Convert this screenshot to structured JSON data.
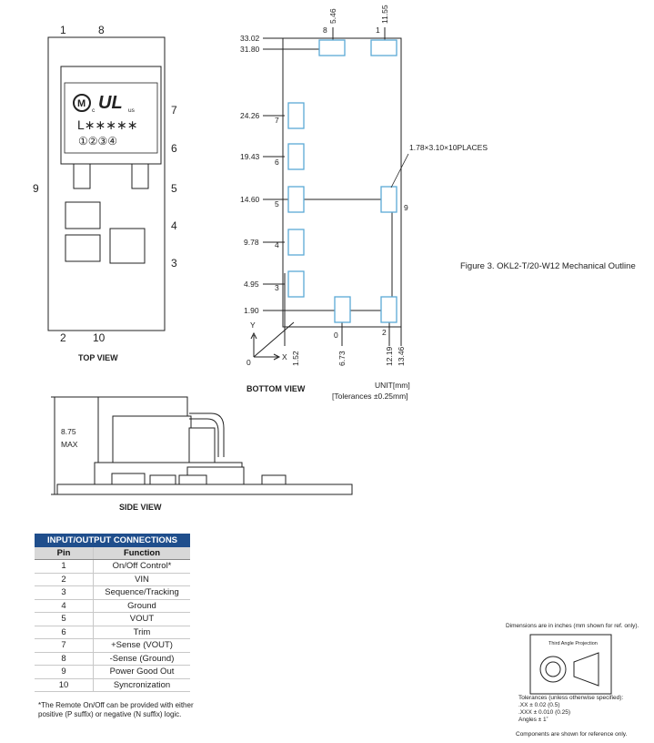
{
  "top_view": {
    "caption": "TOP VIEW",
    "pin_labels": {
      "p1": "1",
      "p8": "8",
      "p7": "7",
      "p6": "6",
      "p5": "5",
      "p9": "9",
      "p4": "4",
      "p3": "3",
      "p2": "2",
      "p10": "10"
    },
    "marking": {
      "cert_small_left": "c",
      "cert_small_right": "us",
      "series": "L∗∗∗∗∗",
      "codes": "①②③④"
    }
  },
  "bottom_view": {
    "caption": "BOTTOM VIEW",
    "y_dims": [
      "33.02",
      "31.80",
      "24.26",
      "19.43",
      "14.60",
      "9.78",
      "4.95",
      "1.90"
    ],
    "x_dims": [
      "1.52",
      "6.73",
      "12.19",
      "13.46"
    ],
    "top_dims": [
      "5.46",
      "11.55"
    ],
    "pin_numbers": {
      "p8": "8",
      "p1": "1",
      "p7": "7",
      "p6": "6",
      "p5": "5",
      "p4": "4",
      "p3": "3",
      "p0": "0",
      "p2": "2",
      "p9": "9"
    },
    "pad_note": "1.78×3.10×10PLACES",
    "axis": {
      "y": "Y",
      "x": "X",
      "origin": "0"
    },
    "unit": "UNIT[mm]",
    "tolerance": "[Tolerances  ±0.25mm]"
  },
  "figure_caption": "Figure 3. OKL2-T/20-W12 Mechanical Outline",
  "side_view": {
    "caption": "SIDE VIEW",
    "height_value": "8.75",
    "height_label": "MAX"
  },
  "io_table": {
    "title": "INPUT/OUTPUT CONNECTIONS",
    "headers": [
      "Pin",
      "Function"
    ],
    "rows": [
      [
        "1",
        "On/Off Control*"
      ],
      [
        "2",
        "VIN"
      ],
      [
        "3",
        "Sequence/Tracking"
      ],
      [
        "4",
        "Ground"
      ],
      [
        "5",
        "VOUT"
      ],
      [
        "6",
        "Trim"
      ],
      [
        "7",
        "+Sense (VOUT)"
      ],
      [
        "8",
        "-Sense (Ground)"
      ],
      [
        "9",
        "Power Good Out"
      ],
      [
        "10",
        "Syncronization"
      ]
    ],
    "footnote": "*The Remote On/Off can be provided with either positive (P suffix) or negative (N suffix) logic."
  },
  "notes": {
    "dimensions": "Dimensions are in inches (mm shown for ref. only).",
    "projection": "Third Angle Projection",
    "tol_title": "Tolerances (unless otherwise specified):",
    "tol_xx": ".XX ± 0.02 (0.5)",
    "tol_xxx": ".XXX ± 0.010 (0.25)",
    "tol_angles": "Angles ± 1˚",
    "reference": "Components are shown for reference only."
  },
  "colors": {
    "pad": "#5aa9d6",
    "table_header": "#1f4e8c",
    "line": "#222222"
  }
}
